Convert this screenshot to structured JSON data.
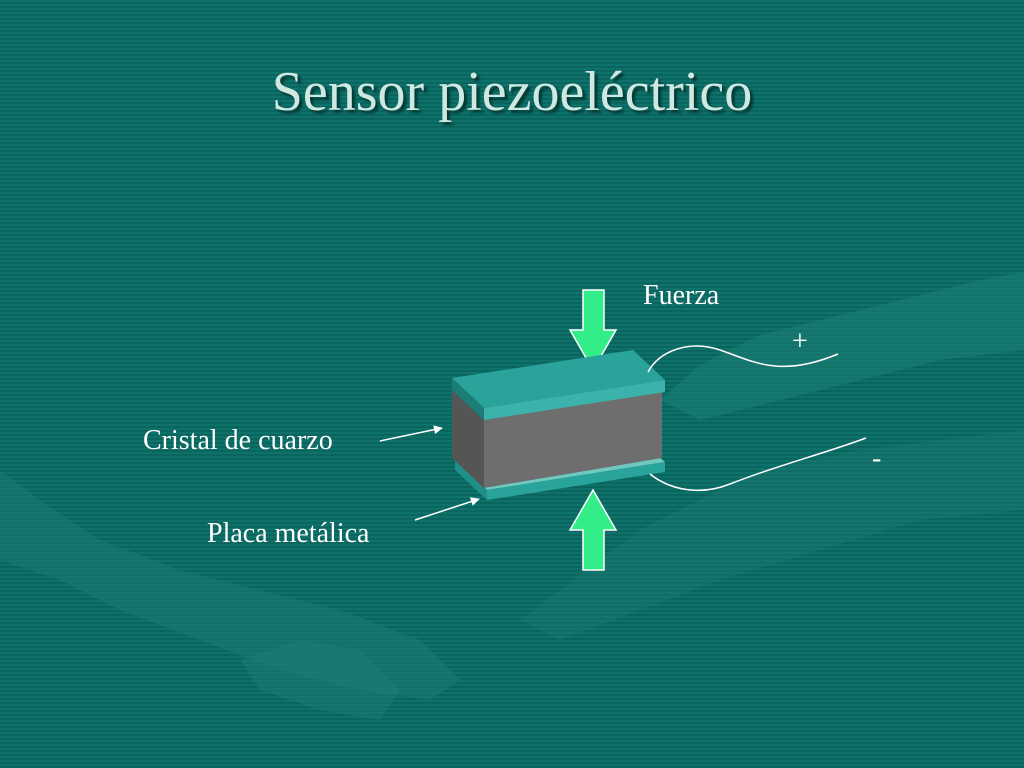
{
  "slide": {
    "title": "Sensor piezoeléctrico",
    "labels": {
      "force": "Fuerza",
      "plus": "+",
      "minus": "-",
      "crystal": "Cristal de cuarzo",
      "plate": "Placa metálica"
    },
    "colors": {
      "background": "#0b6a62",
      "arrow": "#33ee88",
      "crystal": "#6e6e6e",
      "plate": "#2aa39a"
    }
  }
}
